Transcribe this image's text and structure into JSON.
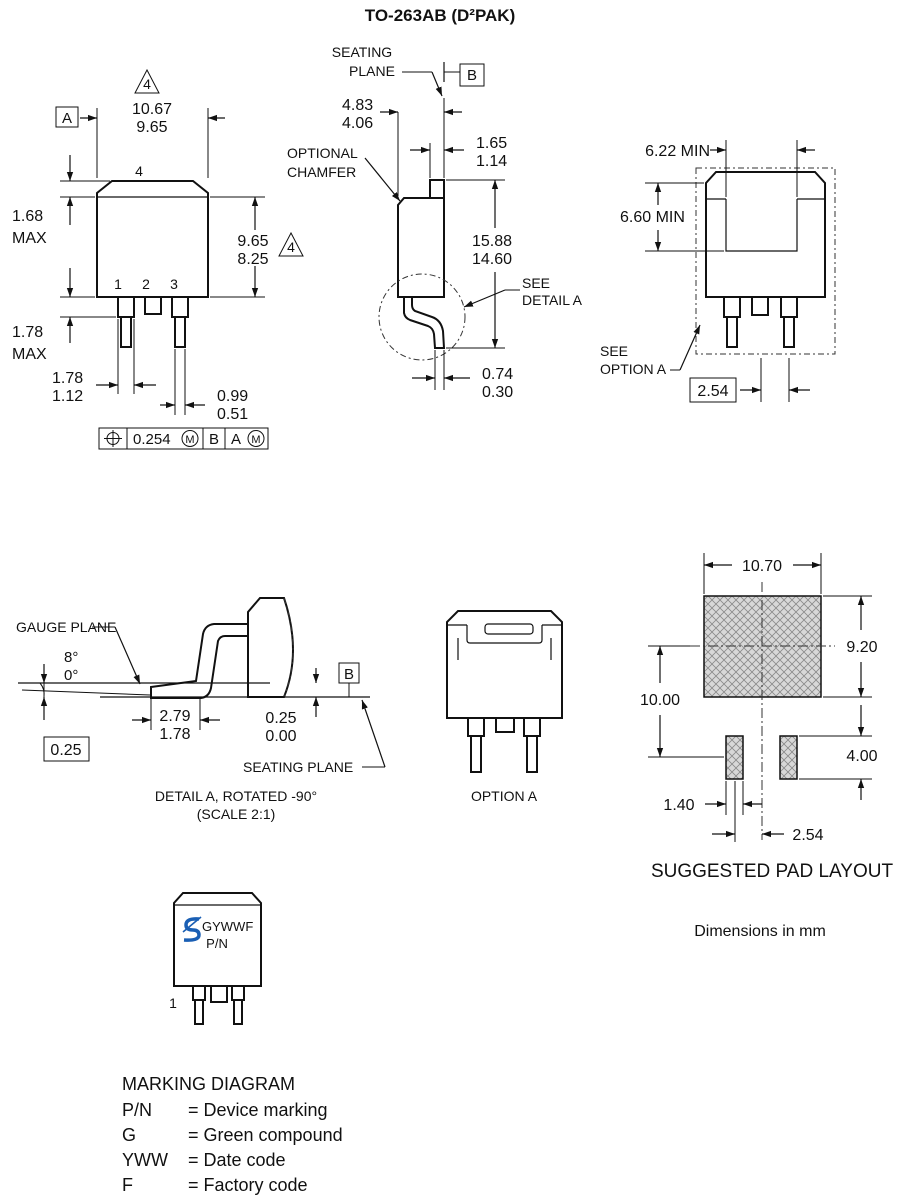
{
  "title": "TO-263AB (D²PAK)",
  "front_view": {
    "note_triangle_top": "4",
    "datum_a": "A",
    "width_max": "10.67",
    "width_min": "9.65",
    "tab_label": "4",
    "height_left_val": "1.68",
    "height_left_max": "MAX",
    "body_height_max": "9.65",
    "body_height_min": "8.25",
    "note_triangle_right": "4",
    "pin_labels": [
      "1",
      "2",
      "3"
    ],
    "lead_len_val": "1.78",
    "lead_len_max": "MAX",
    "lead_w_max": "1.78",
    "lead_w_min": "1.12",
    "lead_t_max": "0.99",
    "lead_t_min": "0.51",
    "fcf_value": "0.254",
    "fcf_m": "M",
    "fcf_datum_b": "B",
    "fcf_datum_a": "A"
  },
  "side_view": {
    "seating_plane": [
      "SEATING",
      "PLANE"
    ],
    "datum_b": "B",
    "height_max": "4.83",
    "height_min": "4.06",
    "optional_chamfer": [
      "OPTIONAL",
      "CHAMFER"
    ],
    "tab_max": "1.65",
    "tab_min": "1.14",
    "overall_max": "15.88",
    "overall_min": "14.60",
    "see_detail": [
      "SEE",
      "DETAIL A"
    ],
    "lead_t_max": "0.74",
    "lead_t_min": "0.30"
  },
  "bottom_view": {
    "tab_width": "6.22 MIN",
    "tab_height": "6.60 MIN",
    "see_option": [
      "SEE",
      "OPTION A"
    ],
    "pitch": "2.54"
  },
  "detail_a": {
    "gauge_plane": "GAUGE PLANE",
    "angle_max": "8°",
    "angle_min": "0°",
    "datum_b": "B",
    "gauge_height": "0.25",
    "foot_max": "2.79",
    "foot_min": "1.78",
    "stand_max": "0.25",
    "stand_min": "0.00",
    "seating_plane": "SEATING PLANE",
    "caption": [
      "DETAIL A, ROTATED -90°",
      "(SCALE 2:1)"
    ]
  },
  "option_a": {
    "caption": "OPTION A"
  },
  "pad_layout": {
    "pad_width": "10.70",
    "pad_height": "9.20",
    "overall_height": "10.00",
    "lead_pad_height": "4.00",
    "lead_pad_width": "1.40",
    "pitch": "2.54",
    "caption": "SUGGESTED PAD LAYOUT",
    "units": "Dimensions in mm"
  },
  "marking": {
    "line1": "GYWWF",
    "line2": "P/N",
    "pin1": "1",
    "title": "MARKING DIAGRAM",
    "legend": [
      {
        "code": "P/N",
        "desc": "= Device marking"
      },
      {
        "code": "G",
        "desc": "= Green compound"
      },
      {
        "code": "YWW",
        "desc": "= Date code"
      },
      {
        "code": "F",
        "desc": "= Factory code"
      }
    ]
  }
}
